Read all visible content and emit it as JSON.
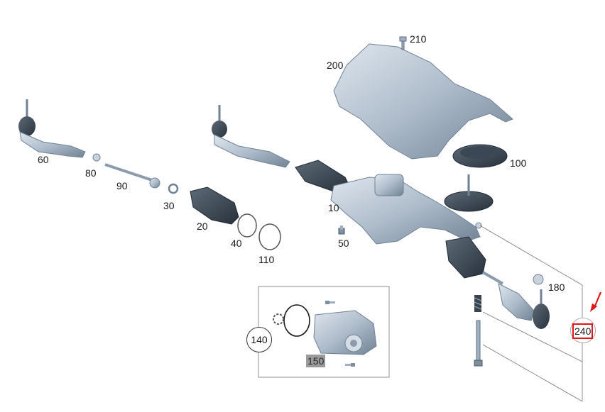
{
  "diagram": {
    "callouts": {
      "c10": "10",
      "c20": "20",
      "c30": "30",
      "c40": "40",
      "c50": "50",
      "c60": "60",
      "c80": "80",
      "c90": "90",
      "c100": "100",
      "c110": "110",
      "c140": "140",
      "c150": "150",
      "c180": "180",
      "c200": "200",
      "c210": "210",
      "c240": "240"
    },
    "highlight": {
      "color": "#e0161b",
      "target": "240"
    },
    "subassembly_highlight_color": "#9a9a9a",
    "part_color": "#aebccb"
  }
}
